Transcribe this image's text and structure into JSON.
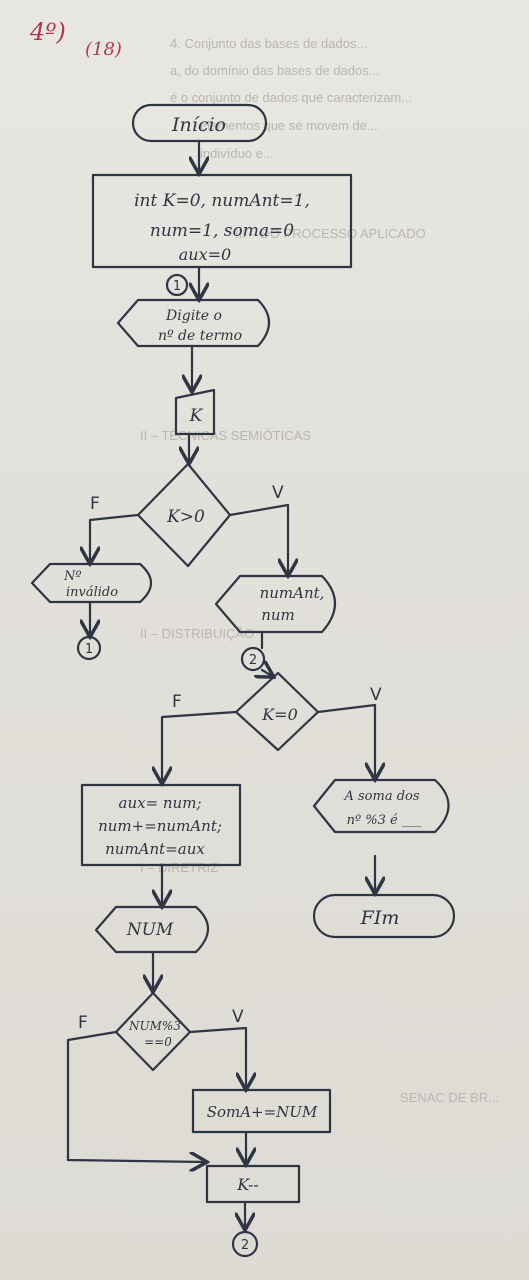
{
  "header": {
    "number": "4º)",
    "score": "(18)"
  },
  "nodes": {
    "inicio": "Início",
    "init_lines": [
      "int K=0, numAnt=1,",
      "num=1, soma=0",
      "aux=0"
    ],
    "prompt_lines": [
      "Digite o",
      "nº de termo"
    ],
    "input_k": "K",
    "cond_k_pos": "K>0",
    "invalid_lines": [
      "Nº",
      "inválido"
    ],
    "output_lines": [
      "numAnt,",
      "num"
    ],
    "cond_k_zero": "K=0",
    "calc_lines": [
      "aux= num;",
      "num+=numAnt;",
      "numAnt=aux"
    ],
    "result_lines": [
      "A soma dos",
      "nº %3 é ___"
    ],
    "fim": "FIm",
    "num_out": "NUM",
    "cond_num_lines": [
      "NUM%3",
      "==0"
    ],
    "soma_step": "SomA+=NUM",
    "decrement": "K--"
  },
  "connectors": {
    "c1": "1",
    "c2": "2"
  },
  "branch_labels": {
    "false": "F",
    "true": "V"
  },
  "background_text": [
    "4. Conjunto das bases de dados...",
    "a, do domínio das bases de dados...",
    "é o conjunto de dados que caracterizam...",
    "elementos que se movem de...",
    "indivíduo e...",
    "III – DO PROCESSO APLICADO",
    "II – TÉCNICAS SEMIÓTICAS",
    "II – DISTRIBUIÇÃO",
    "I – DIRETRIZ",
    "SENAC DE BR..."
  ]
}
